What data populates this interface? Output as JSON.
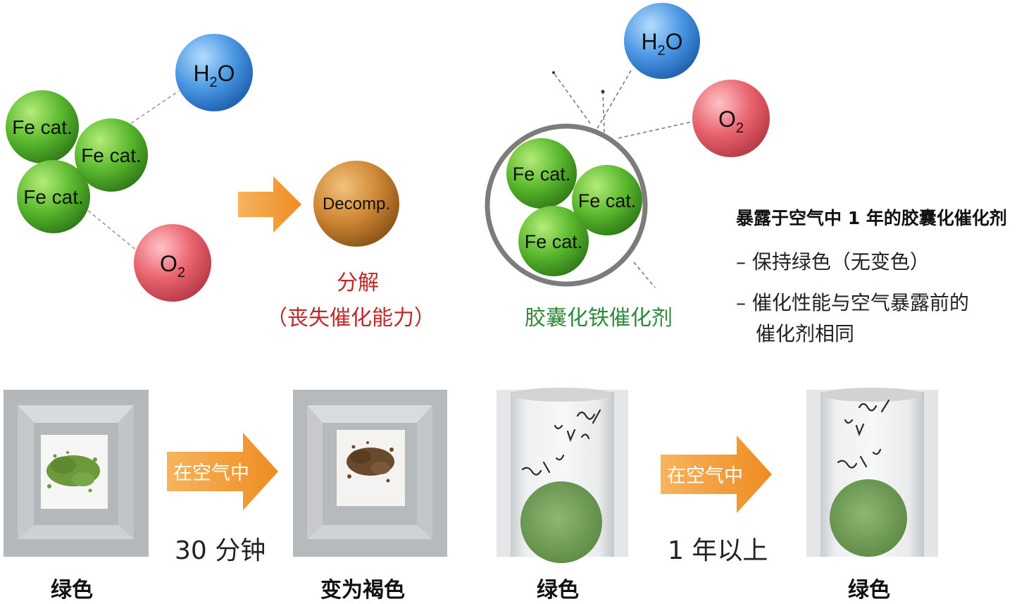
{
  "molecules": {
    "fe_label": "Fe cat.",
    "h2o": {
      "main": "H",
      "sub": "2",
      "tail": "O"
    },
    "o2": {
      "main": "O",
      "sub": "2"
    },
    "decomp": "Decomp."
  },
  "top_left": {
    "result_line1": "分解",
    "result_line2": "（丧失催化能力）"
  },
  "top_right": {
    "caption": "胶囊化铁催化剂",
    "note_title": "暴露于空气中 1 年的胶囊化催化剂",
    "note_item1": "– 保持绿色（无变色）",
    "note_item2_line1": "– 催化性能与空气暴露前的",
    "note_item2_line2": "催化剂相同"
  },
  "bottom": {
    "arrow_text": "在空气中",
    "duration_left": "30 分钟",
    "duration_right": "1 年以上",
    "caption_1": "绿色",
    "caption_2": "变为褐色",
    "caption_3": "绿色",
    "caption_4": "绿色"
  },
  "colors": {
    "fe_green": "#58b82c",
    "water_blue": "#3f8fdc",
    "oxygen_red": "#e35c68",
    "decomp_brown": "#c8832f",
    "arrow_orange": "#f2a03c",
    "capsule_ring": "#7a7a7a",
    "powder_green": "#6c9a3a",
    "powder_brown": "#6a4a2e"
  }
}
